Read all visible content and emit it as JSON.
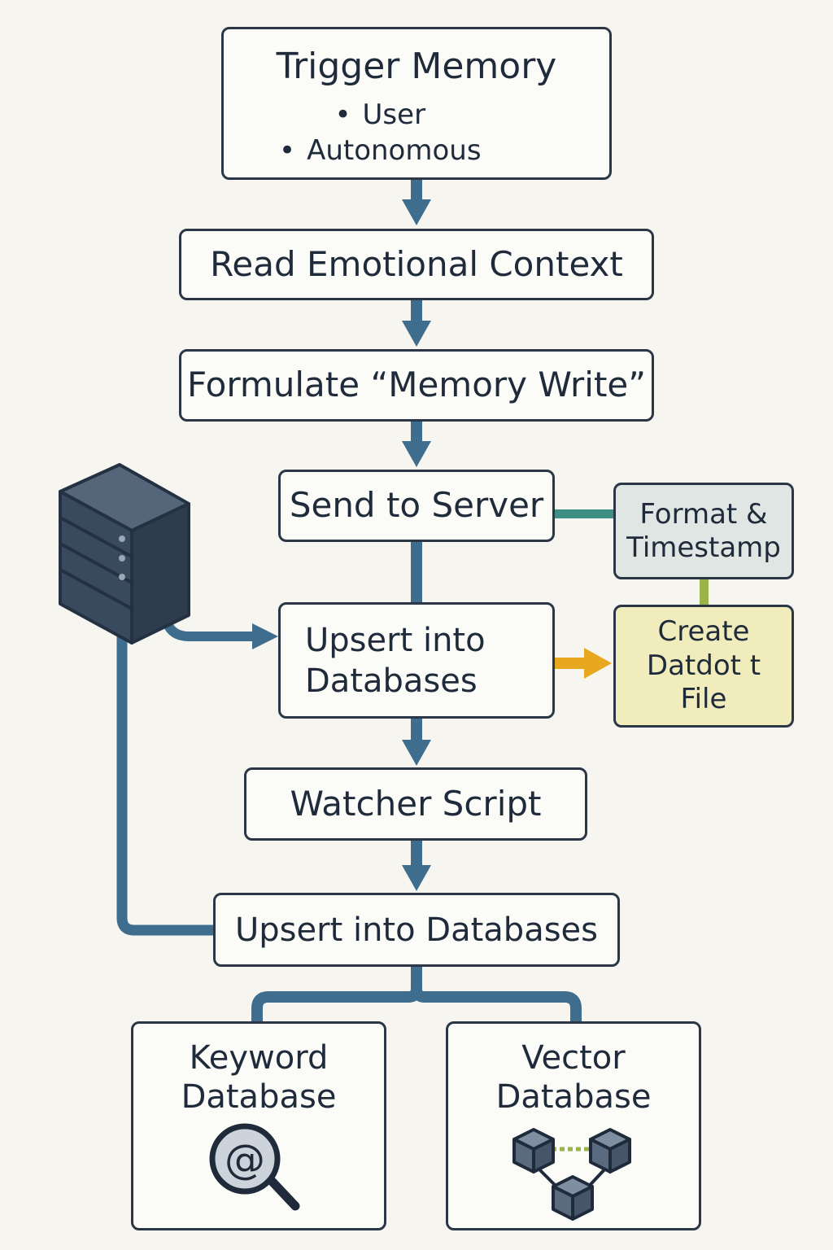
{
  "trigger": {
    "title": "Trigger Memory",
    "items": [
      "User",
      "Autonomous"
    ]
  },
  "steps": {
    "read": "Read Emotional Context",
    "formulate": "Formulate “Memory Write”",
    "send": "Send to Server",
    "upsert_1": [
      "Upsert into",
      "Databases"
    ],
    "watcher": "Watcher Script",
    "upsert_2": "Upsert into Databases"
  },
  "side": {
    "format": [
      "Format &",
      "Timestamp"
    ],
    "create": [
      "Create",
      "Datdot t",
      "File"
    ]
  },
  "databases": {
    "keyword": [
      "Keyword",
      "Database"
    ],
    "vector": [
      "Vector",
      "Database"
    ]
  },
  "icons": {
    "server": "server-icon",
    "keyword": "at-sign-magnifier-icon",
    "vector": "cubes-network-icon"
  },
  "colors": {
    "flow": "#3f6d8e",
    "teal": "#3f8f84",
    "olive": "#9bb34a",
    "amber": "#e7a81f",
    "server": "#3a4a5e"
  }
}
